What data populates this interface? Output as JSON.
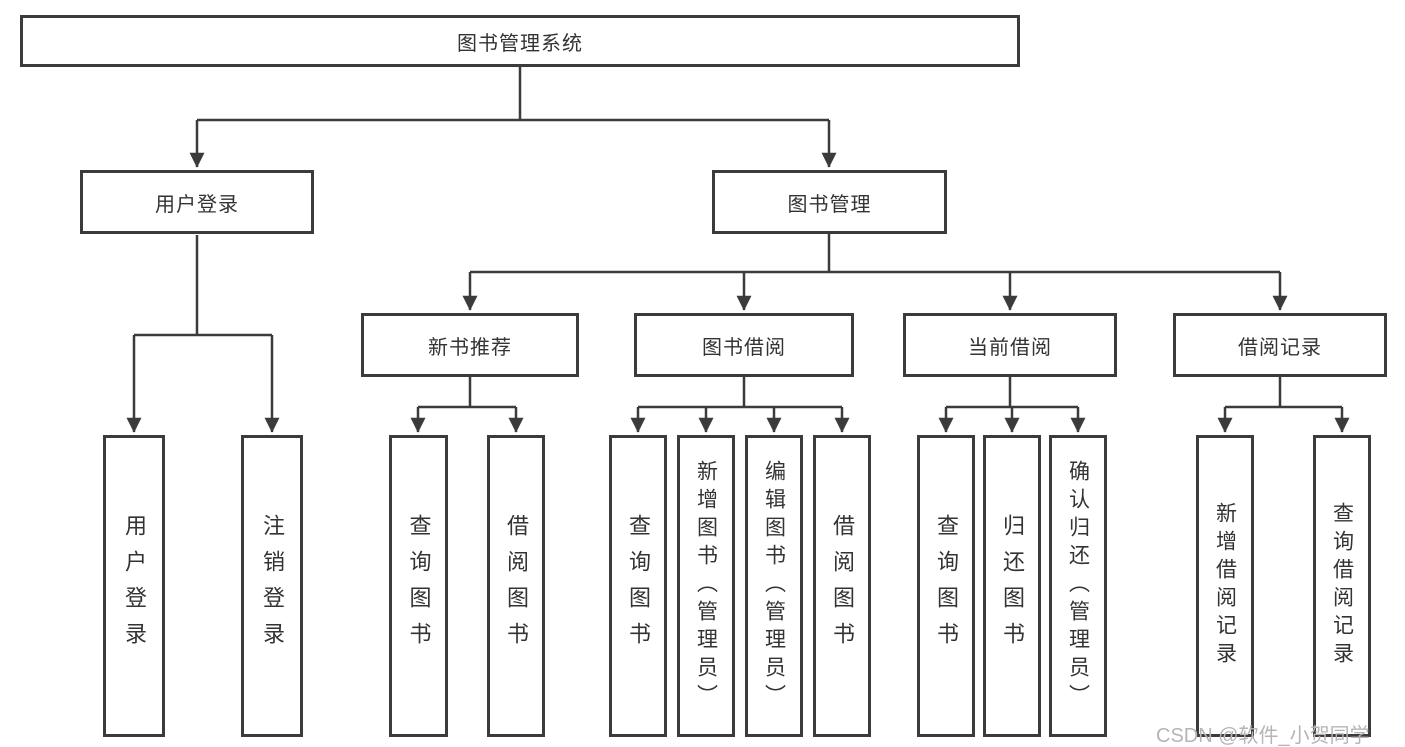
{
  "tree": {
    "root": {
      "label": "图书管理系统"
    },
    "children": [
      {
        "label": "用户登录",
        "children": [
          {
            "label": "用户登录"
          },
          {
            "label": "注销登录"
          }
        ]
      },
      {
        "label": "图书管理",
        "children": [
          {
            "label": "新书推荐",
            "children": [
              {
                "label": "查询图书"
              },
              {
                "label": "借阅图书"
              }
            ]
          },
          {
            "label": "图书借阅",
            "children": [
              {
                "label": "查询图书"
              },
              {
                "label": "新增图书（管理员）"
              },
              {
                "label": "编辑图书（管理员）"
              },
              {
                "label": "借阅图书"
              }
            ]
          },
          {
            "label": "当前借阅",
            "children": [
              {
                "label": "查询图书"
              },
              {
                "label": "归还图书"
              },
              {
                "label": "确认归还（管理员）"
              }
            ]
          },
          {
            "label": "借阅记录",
            "children": [
              {
                "label": "新增借阅记录"
              },
              {
                "label": "查询借阅记录"
              }
            ]
          }
        ]
      }
    ]
  },
  "watermark": {
    "text": "CSDN @软件_小贺同学"
  },
  "colors": {
    "line": "#3b3b3b",
    "text": "#333333",
    "watermark": "#b5b5b5",
    "background": "#ffffff"
  }
}
